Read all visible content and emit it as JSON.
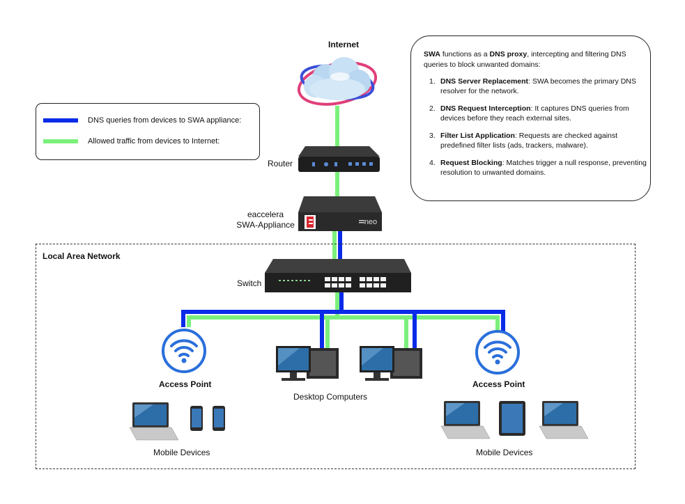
{
  "colors": {
    "dns_line": "#0a2be8",
    "allowed_line": "#7cf07c",
    "wifi_blue": "#2a6fdb",
    "device_dark": "#2b2b2b"
  },
  "labels": {
    "internet": "Internet",
    "router": "Router",
    "appliance_line1": "eaccelera",
    "appliance_line2": "SWA-Appliance",
    "appliance_brand": "neo",
    "lan": "Local Area Network",
    "switch": "Switch",
    "access_point_left": "Access Point",
    "access_point_right": "Access Point",
    "desktops": "Desktop Computers",
    "mobile_left": "Mobile Devices",
    "mobile_right": "Mobile Devices"
  },
  "legend": {
    "items": [
      {
        "text": "DNS queries from devices to SWA appliance:",
        "color": "#0a2be8"
      },
      {
        "text": "Allowed traffic from devices to Internet:",
        "color": "#7cf07c"
      }
    ]
  },
  "info": {
    "intro_bold1": "SWA",
    "intro_text1": " functions as a ",
    "intro_bold2": "DNS proxy",
    "intro_text2": ", intercepting and filtering DNS queries to block unwanted domains:",
    "steps": [
      {
        "num": "1.",
        "title": "DNS Server Replacement",
        "text": ": SWA becomes the primary DNS resolver for the network."
      },
      {
        "num": "2.",
        "title": "DNS Request Interception",
        "text": ": It captures DNS queries from devices before they reach external sites."
      },
      {
        "num": "3.",
        "title": "Filter List Application",
        "text": ": Requests are checked against predefined filter lists (ads, trackers, malware)."
      },
      {
        "num": "4.",
        "title": "Request Blocking",
        "text": ": Matches trigger a null response, preventing resolution to unwanted domains."
      }
    ]
  }
}
